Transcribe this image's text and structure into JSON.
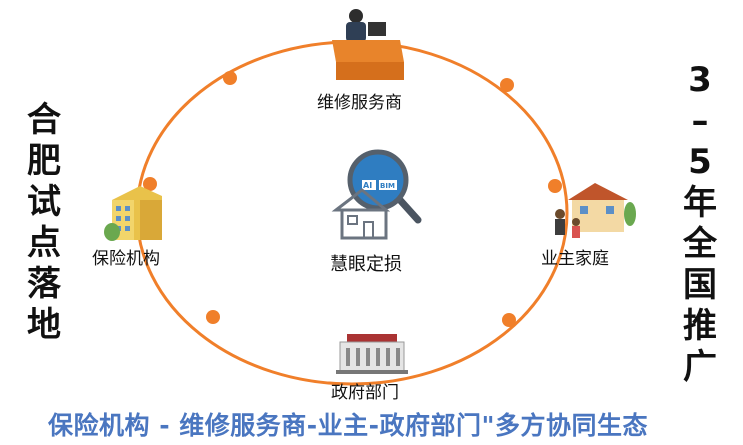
{
  "left_title": "合肥试点落地",
  "right_title": [
    "3",
    "–",
    "5",
    "年",
    "全",
    "国",
    "推",
    "广"
  ],
  "center": {
    "label": "慧眼定损",
    "badge_ai": "AI",
    "badge_bim": "BIM"
  },
  "nodes": {
    "top": "维修服务商",
    "left": "保险机构",
    "right": "业主家庭",
    "bottom": "政府部门"
  },
  "footer": "保险机构 - 维修服务商-业主-政府部门\"多方协同生态",
  "colors": {
    "ring": "#f07f2a",
    "footer": "#4a76c0"
  }
}
